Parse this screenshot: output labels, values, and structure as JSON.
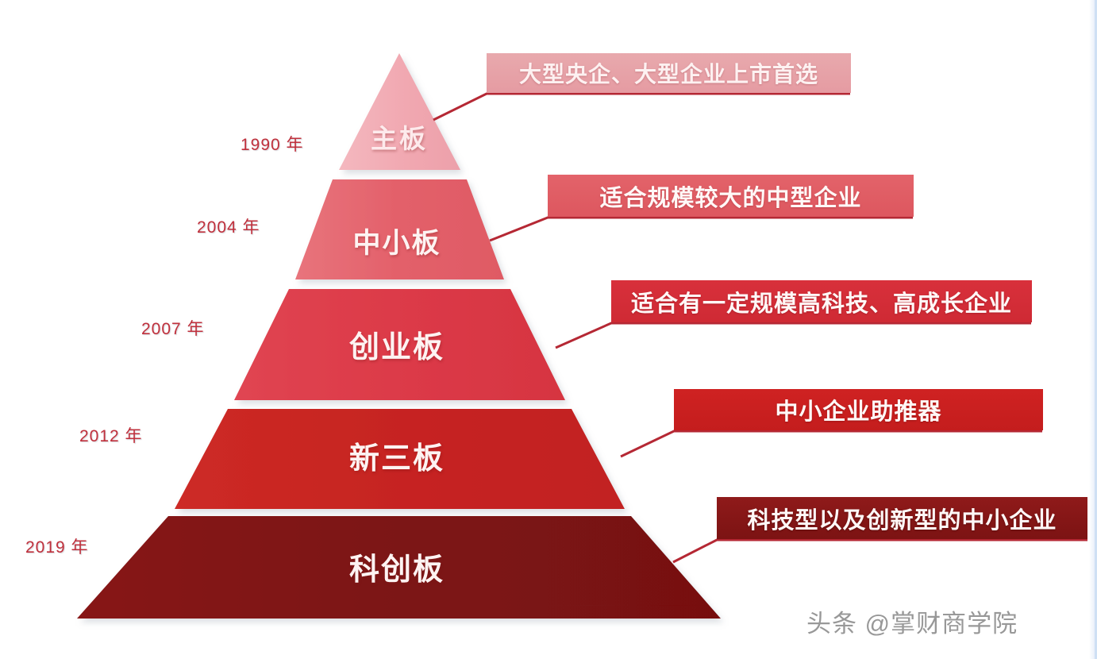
{
  "diagram": {
    "type": "pyramid",
    "orientation": "apex-top",
    "tier_count": 5,
    "tiers": [
      {
        "index": 1,
        "name": "主板",
        "year": "1990 年",
        "callout": "大型央企、大型企业上市首选",
        "fill": "#f2aeb6",
        "callout_fill": "#e59ba2"
      },
      {
        "index": 2,
        "name": "中小板",
        "year": "2004 年",
        "callout": "适合规模较大的中型企业",
        "fill": "#e3626a",
        "callout_fill": "#dd575f"
      },
      {
        "index": 3,
        "name": "创业板",
        "year": "2007 年",
        "callout": "适合有一定规模高科技、高成长企业",
        "fill": "#dc3c4a",
        "callout_fill": "#cf2a34"
      },
      {
        "index": 4,
        "name": "新三板",
        "year": "2012 年",
        "callout": "中小企业助推器",
        "fill": "#c62420",
        "callout_fill": "#c41d1d"
      },
      {
        "index": 5,
        "name": "科创板",
        "year": "2019 年",
        "callout": "科技型以及创新型的中小企业",
        "fill": "#7e1414",
        "callout_fill": "#7c1313"
      }
    ]
  },
  "colors": {
    "background": "#ffffff",
    "year_text": "#c0303c",
    "connector_line": "#b52834",
    "caption_text": "#fdf3f2"
  },
  "watermark": {
    "text": "头条 @掌财商学院"
  }
}
